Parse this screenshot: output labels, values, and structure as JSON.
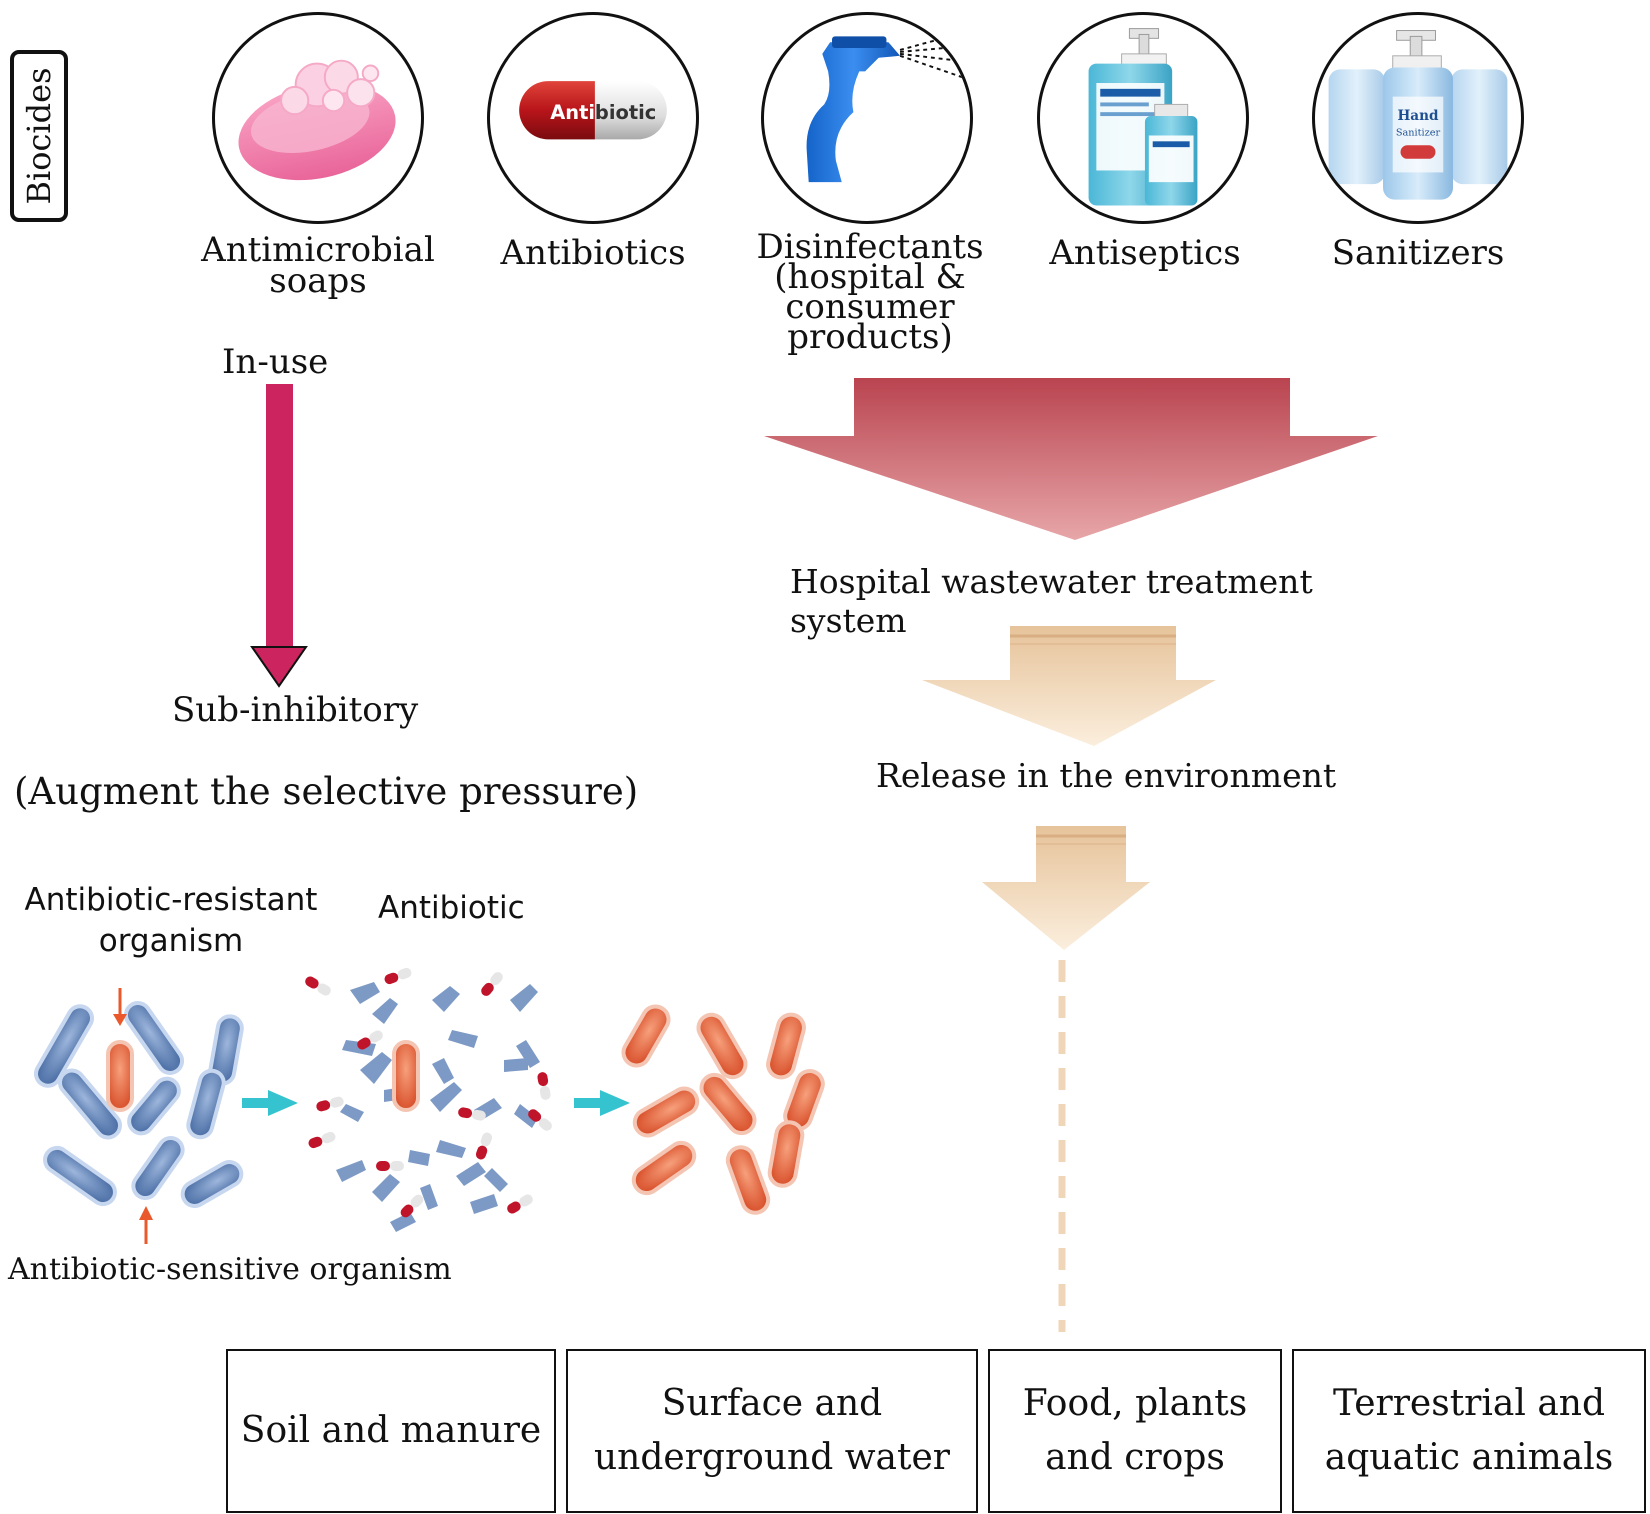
{
  "side_label": "Biocides",
  "biocides": [
    {
      "id": "soap",
      "label_lines": [
        "Antimicrobial",
        "soaps"
      ],
      "icon": "soap-icon"
    },
    {
      "id": "antibiotic",
      "label_lines": [
        "Antibiotics"
      ],
      "icon": "antibiotic-capsule-icon",
      "pill_text_a": "Anti",
      "pill_text_b": "biotic"
    },
    {
      "id": "disinfectant",
      "label_lines": [
        "Disinfectants",
        "(hospital & consumer",
        "products)"
      ],
      "icon": "spray-bottle-icon"
    },
    {
      "id": "antiseptic",
      "label_lines": [
        "Antiseptics"
      ],
      "icon": "antiseptic-bottles-icon"
    },
    {
      "id": "sanitizer",
      "label_lines": [
        "Sanitizers"
      ],
      "icon": "hand-sanitizer-icon",
      "bottle_text_lines": [
        "Hand",
        "Sanitizer"
      ]
    }
  ],
  "left_path": {
    "top_label": "In-use",
    "bottom_label": "Sub-inhibitory",
    "effect_label": "(Augment the selective pressure)"
  },
  "right_path": {
    "step1": "Hospital wastewater treatment system",
    "step2": "Release in the environment"
  },
  "selection_panel": {
    "resistant_label_lines": [
      "Antibiotic-resistant",
      "organism"
    ],
    "antibiotic_label": "Antibiotic",
    "sensitive_label": "Antibiotic-sensitive organism"
  },
  "destinations": [
    {
      "lines": [
        "Soil and manure"
      ]
    },
    {
      "lines": [
        "Surface and",
        "underground water"
      ]
    },
    {
      "lines": [
        "Food, plants",
        "and crops"
      ]
    },
    {
      "lines": [
        "Terrestrial and",
        "aquatic animals"
      ]
    }
  ],
  "colors": {
    "in_use_arrow": "#cc245e",
    "wastewater_arrow_top": "#b94450",
    "wastewater_arrow_bottom": "#e7a6a8",
    "tan_arrow_top": "#e6c39a",
    "tan_arrow_bottom": "#fbeedd",
    "dashed_line": "#f0d6b8",
    "sensitive_cell": "#6f8fbf",
    "resistant_cell": "#e8714e",
    "transfer_arrow": "#35c4cf",
    "pointer_arrow": "#e9592c"
  }
}
